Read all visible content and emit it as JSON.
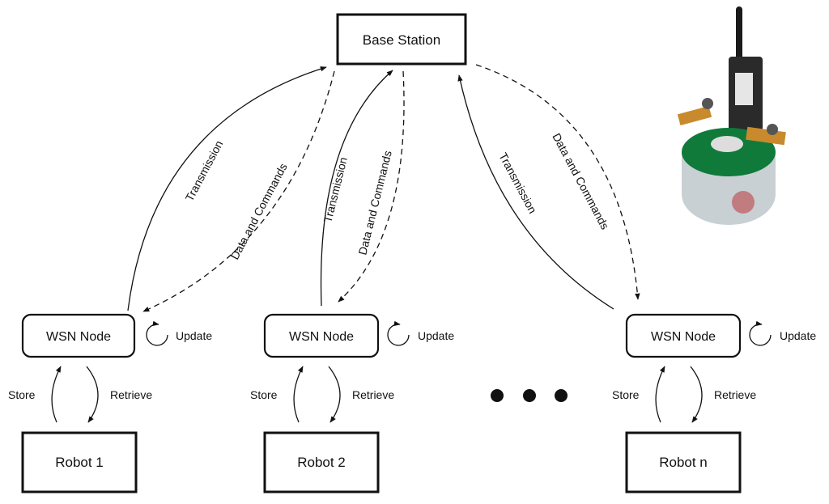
{
  "base_station": {
    "label": "Base Station"
  },
  "edge_labels": {
    "transmission": "Transmission",
    "data_commands": "Data and Commands"
  },
  "node_labels": {
    "wsn": "WSN Node",
    "update": "Update",
    "store": "Store",
    "retrieve": "Retrieve"
  },
  "robots": [
    {
      "label": "Robot 1"
    },
    {
      "label": "Robot 2"
    },
    {
      "label": "Robot n"
    }
  ],
  "robot_photo": {
    "icon": "robot-photo-icon"
  }
}
